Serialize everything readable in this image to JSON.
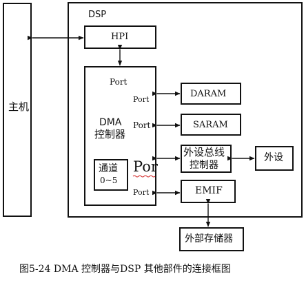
{
  "diagram": {
    "host": "主机",
    "dsp": "DSP",
    "hpi": "HPI",
    "dma_port_top": "Port",
    "dma_line1": "DMA",
    "dma_line2": "控制器",
    "port_daram": "Port",
    "port_saram": "Port",
    "port_bus": "Por",
    "port_emif": "Port",
    "channel_line1": "通道",
    "channel_line2": "0~5",
    "daram": "DARAM",
    "saram": "SARAM",
    "bus_ctrl_line1": "外设总线",
    "bus_ctrl_line2": "控制器",
    "peripheral": "外设",
    "emif": "EMIF",
    "ext_memory": "外部存储器"
  },
  "caption": "图5-24  DMA 控制器与DSP 其他部件的连接框图",
  "colors": {
    "stroke": "#111111",
    "squiggle": "#d12020",
    "background": "#ffffff"
  }
}
